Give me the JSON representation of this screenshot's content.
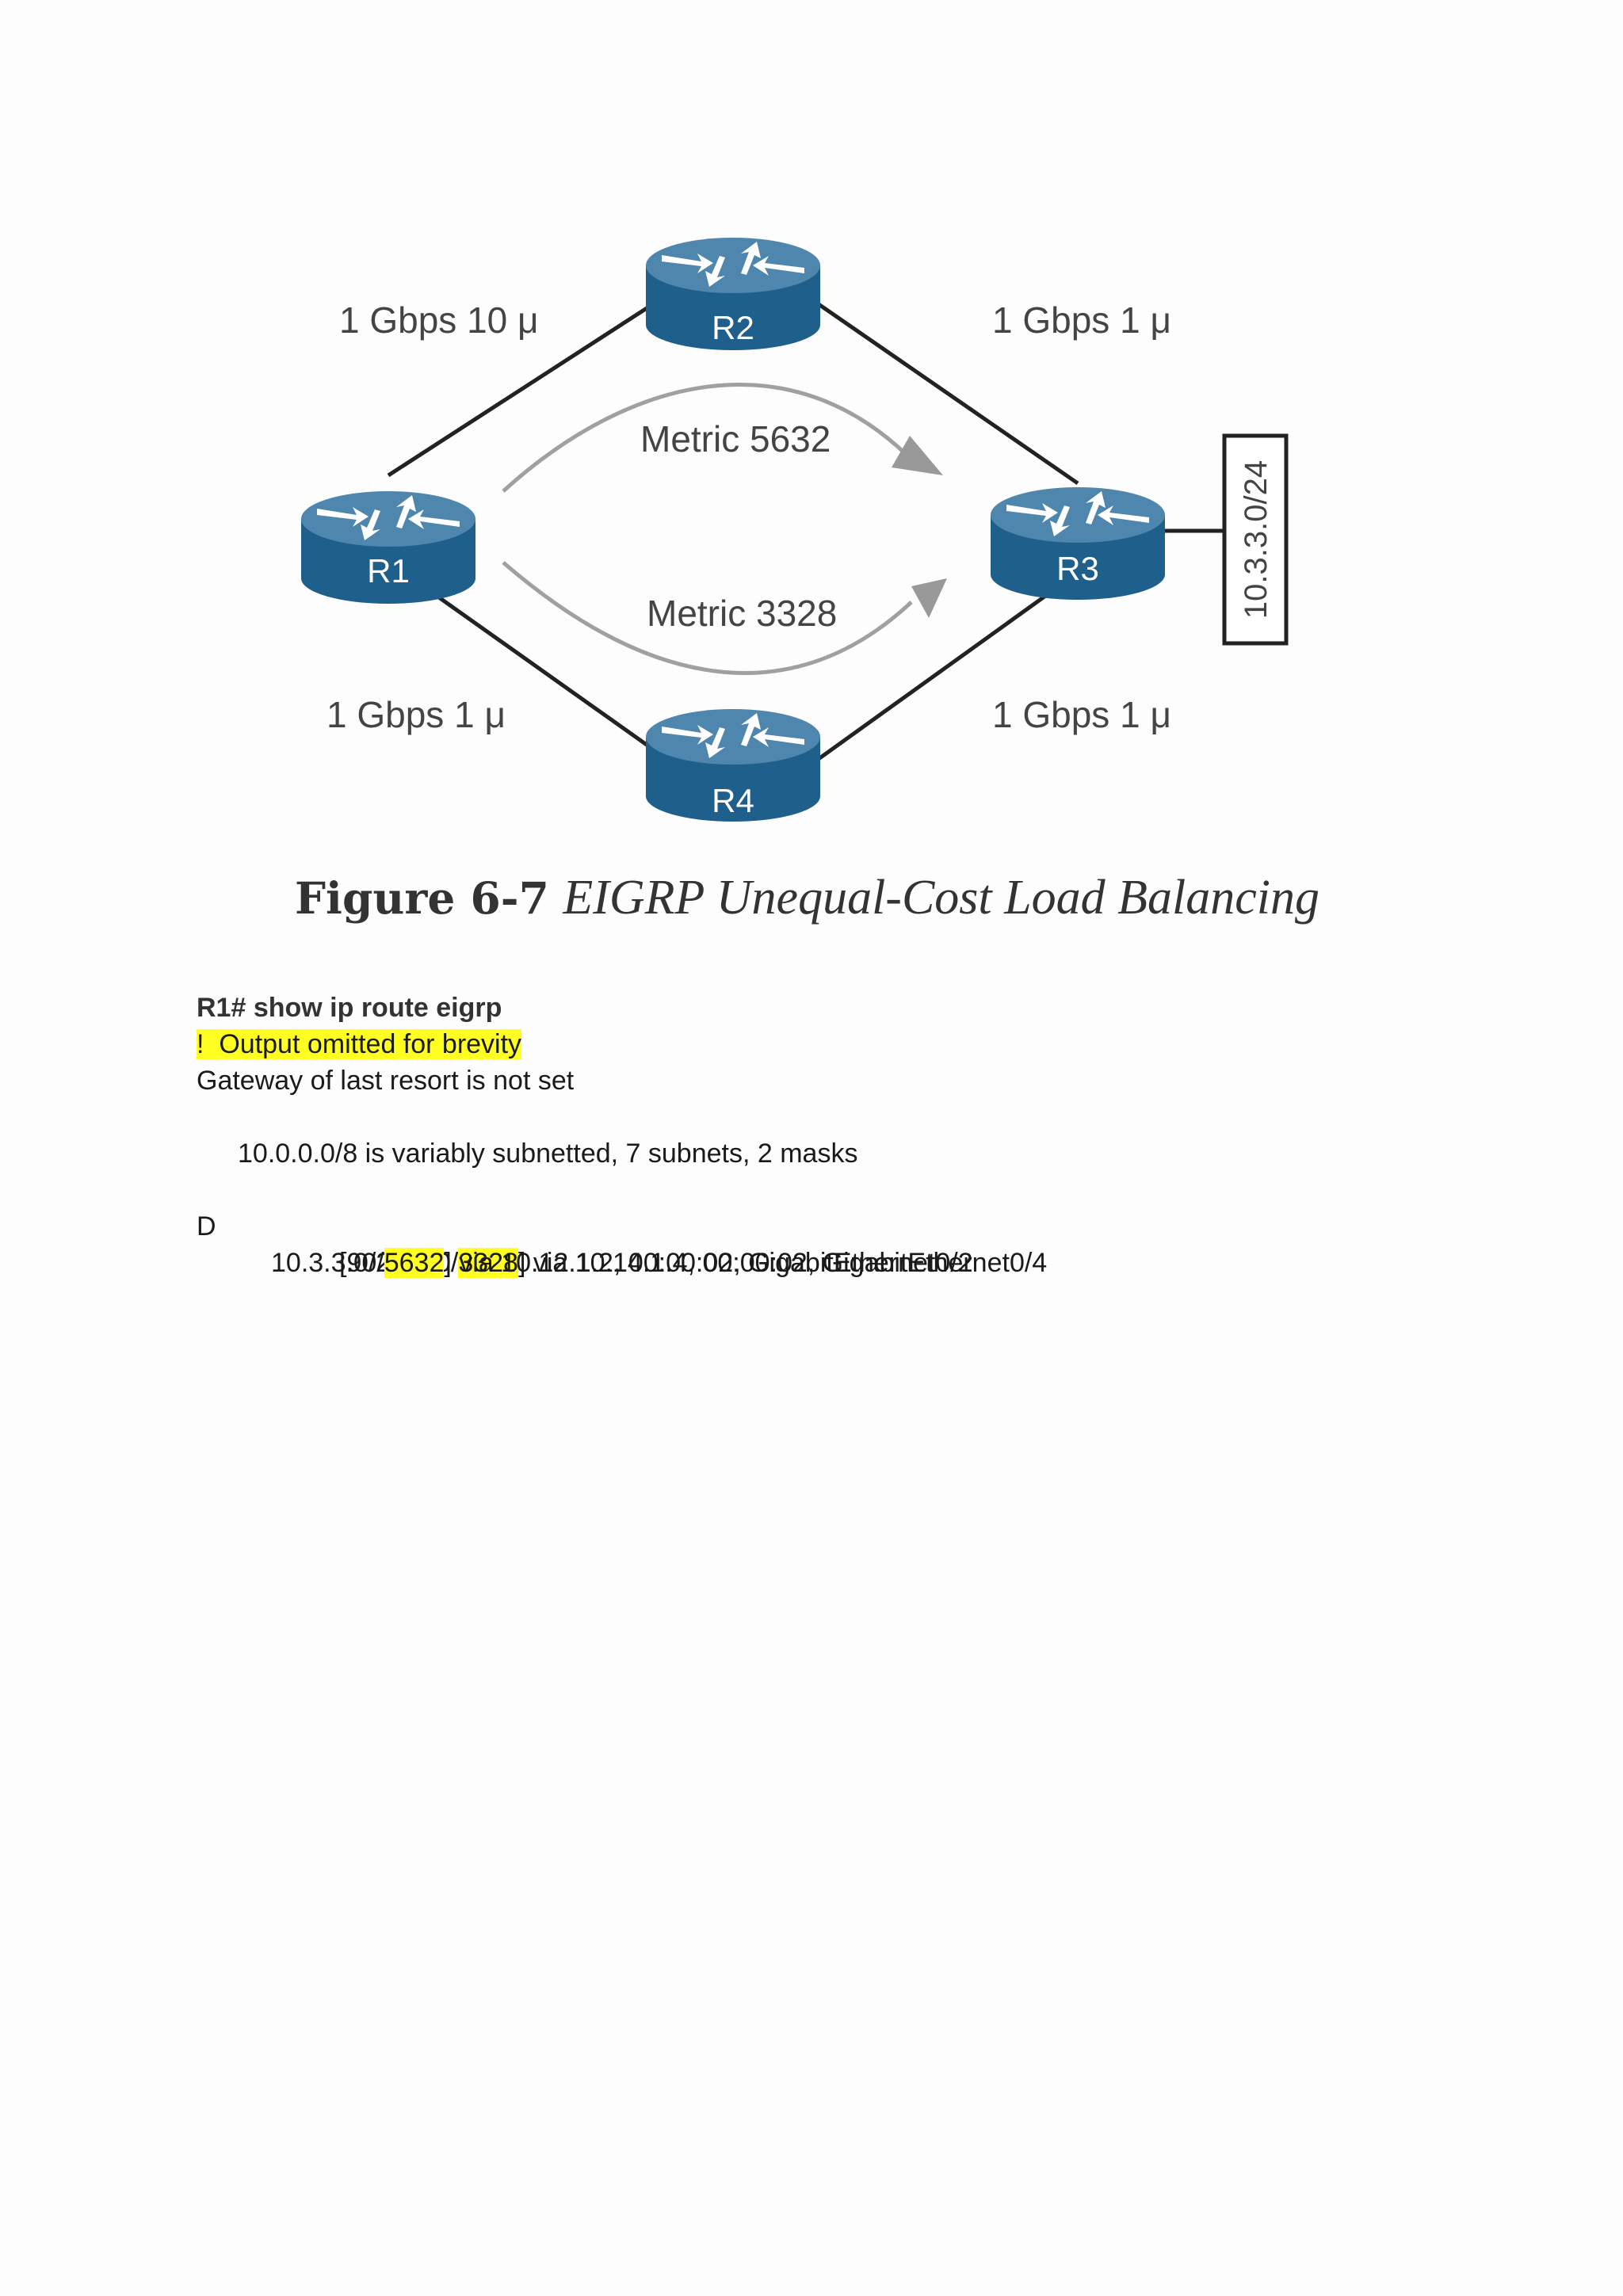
{
  "figure": {
    "routers": {
      "r1": "R1",
      "r2": "R2",
      "r3": "R3",
      "r4": "R4"
    },
    "links": {
      "r1_r2": "1 Gbps 10 μ",
      "r2_r3": "1 Gbps 1 μ",
      "r1_r4": "1 Gbps 1 μ",
      "r4_r3": "1 Gbps 1 μ"
    },
    "metrics": {
      "upper": "Metric 5632",
      "lower": "Metric 3328"
    },
    "network": "10.3.3.0/24",
    "colors": {
      "router_top": "#4f86ad",
      "router_side": "#1f5f8b",
      "link": "#222222",
      "arrow": "#9a9a9a"
    },
    "caption": {
      "number": "Figure 6-7",
      "title": "EIGRP Unequal-Cost Load Balancing"
    }
  },
  "cli": {
    "command": "R1# show ip route eigrp",
    "comment": "!  Output omitted for brevity",
    "gateway": "Gateway of last resort is not set",
    "subnet_info": "10.0.0.0/8 is variably subnetted, 7 subnets, 2 masks",
    "route_code": "D",
    "route1": {
      "prefix": "10.3.3.0/24 [90/",
      "metric": "3328",
      "rest": "] via 10.14.1.4, 00:00:02, GigabitEthernet0/4"
    },
    "route2": {
      "prefix": "[90/",
      "metric": "5632",
      "rest": "] via 10.12.1.2, 00:00:02, GigabitEthernet0/2"
    },
    "highlight_color": "#ffff22"
  }
}
